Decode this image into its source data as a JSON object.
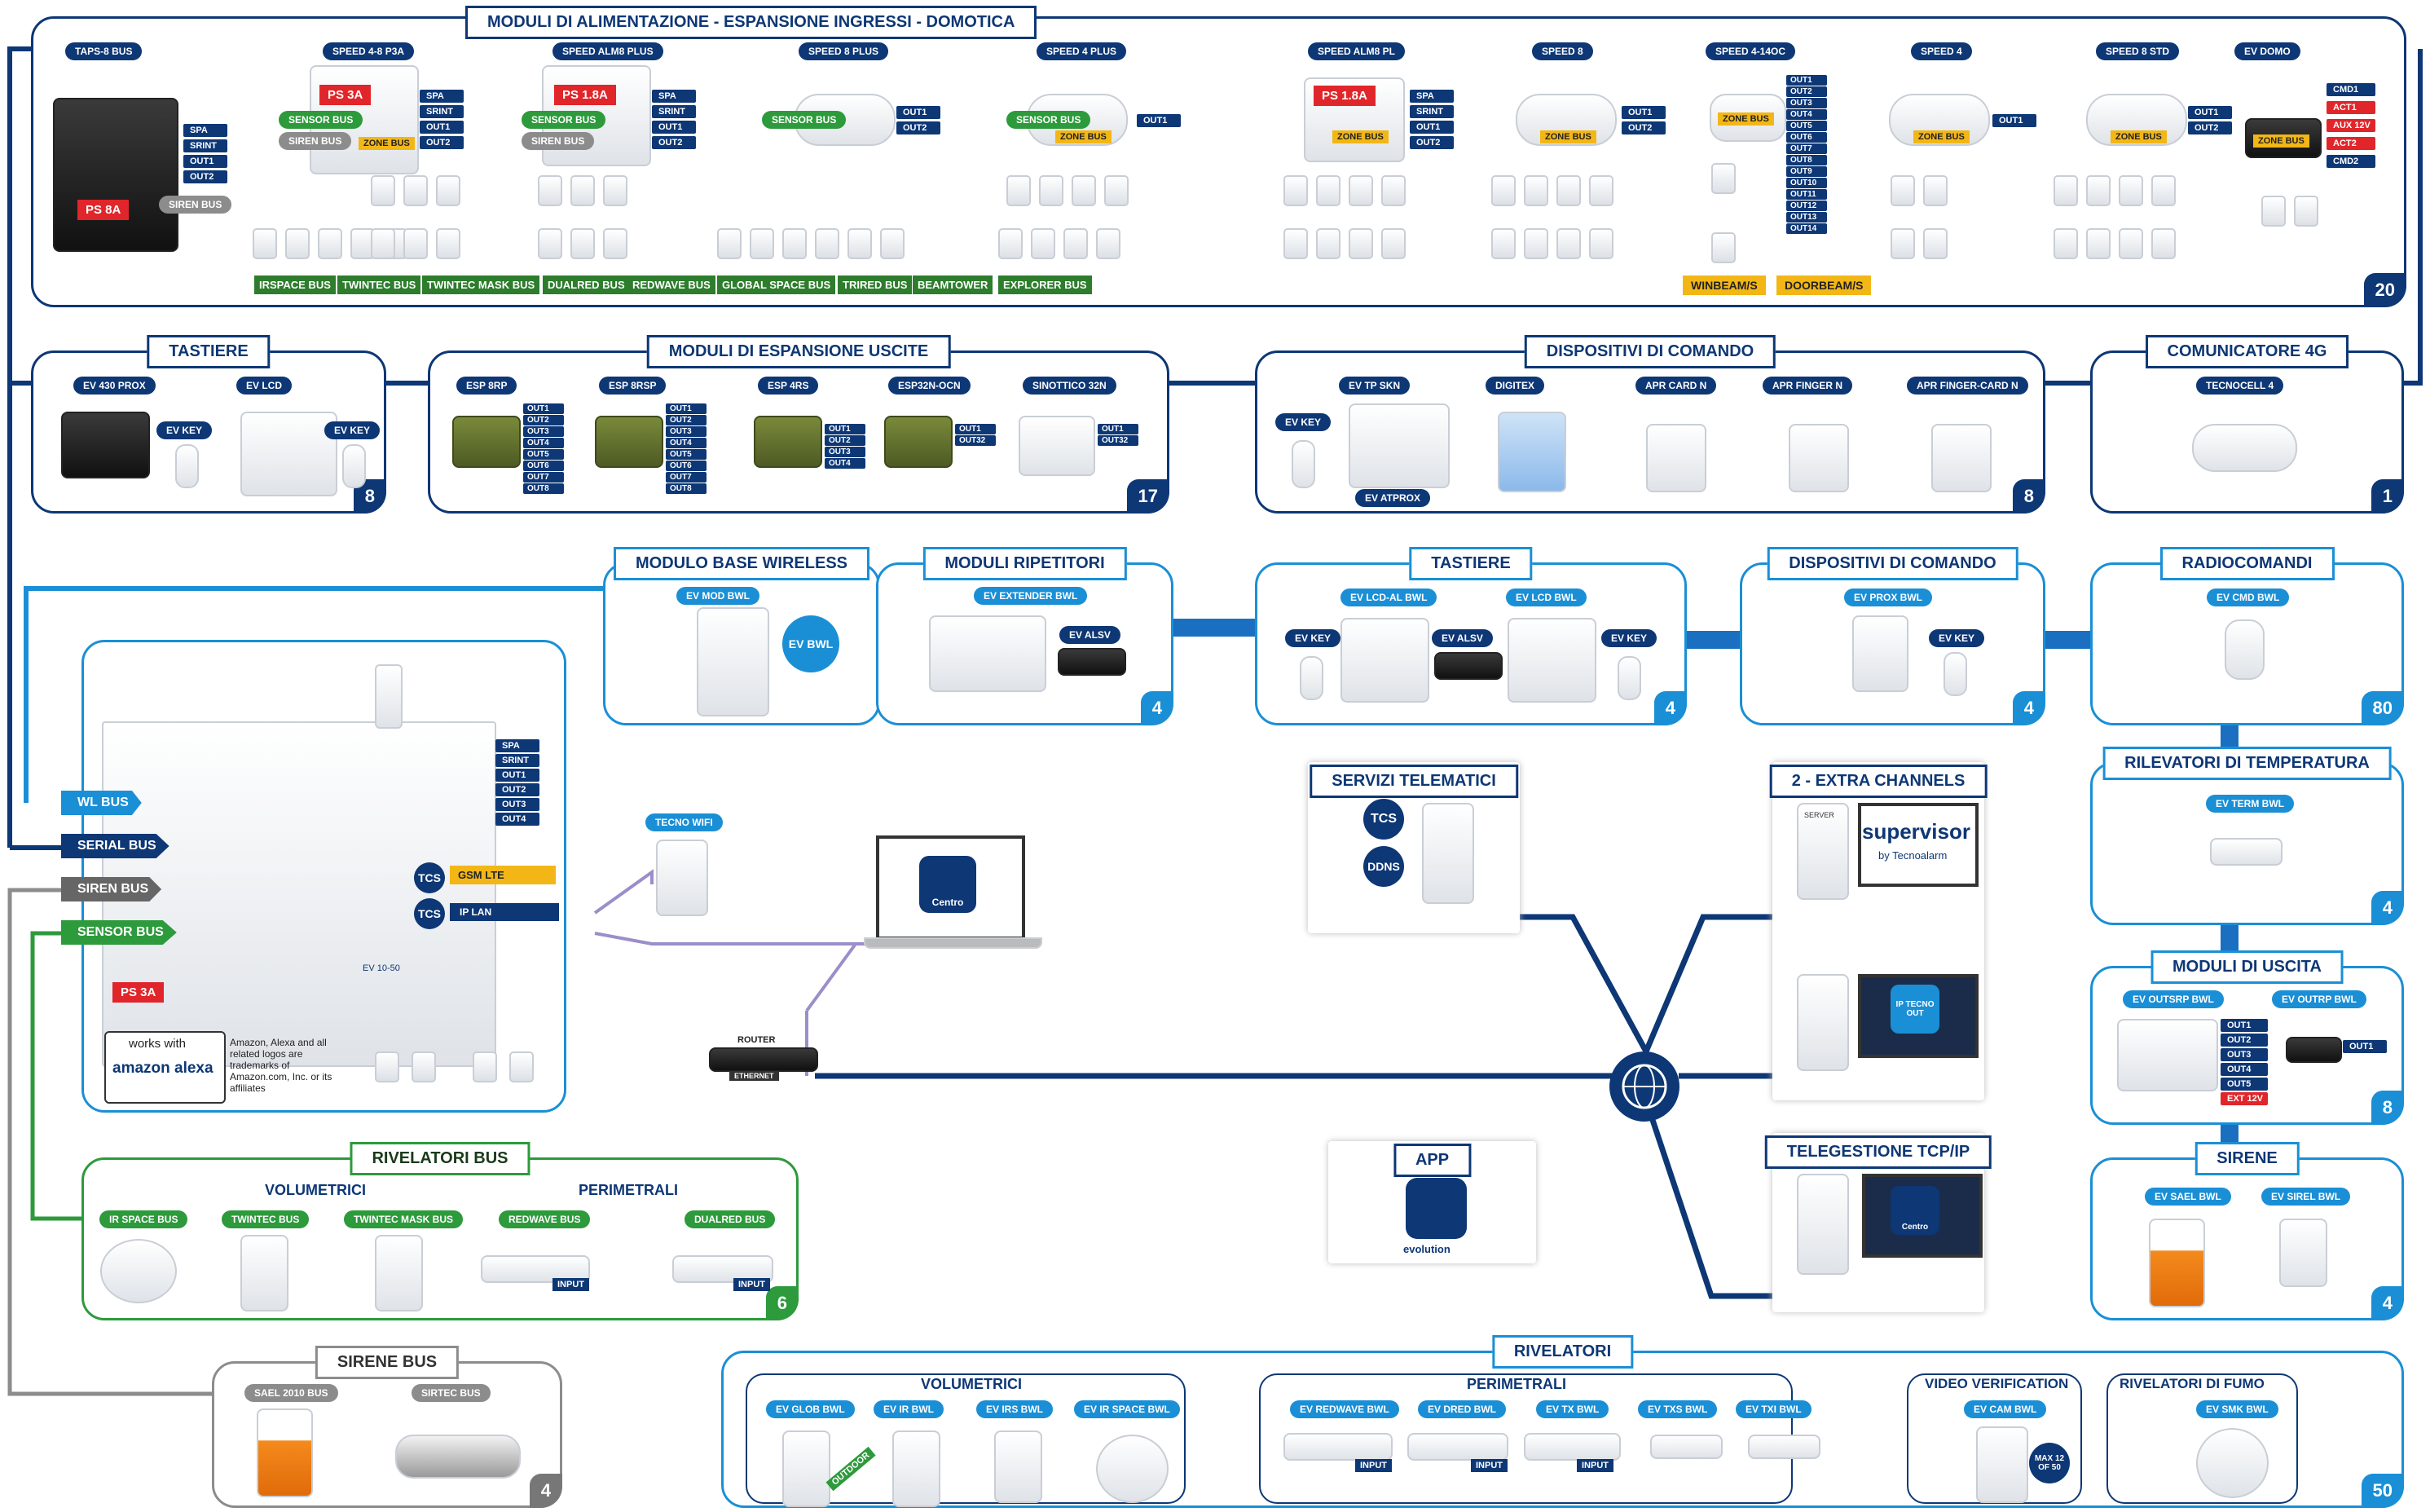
{
  "sections": {
    "power": {
      "title": "MODULI DI ALIMENTAZIONE - ESPANSIONE INGRESSI - DOMOTICA",
      "count": "20"
    },
    "keypads": {
      "title": "TASTIERE",
      "count": "8"
    },
    "outputs": {
      "title": "MODULI DI ESPANSIONE USCITE",
      "count": "17"
    },
    "commands": {
      "title": "DISPOSITIVI DI COMANDO",
      "count": "8"
    },
    "comm4g": {
      "title": "COMUNICATORE 4G",
      "count": "1"
    },
    "wl_base": {
      "title": "MODULO BASE WIRELESS"
    },
    "repeaters": {
      "title": "MODULI RIPETITORI",
      "count": "4"
    },
    "wl_keypads": {
      "title": "TASTIERE",
      "count": "4"
    },
    "wl_commands": {
      "title": "DISPOSITIVI DI COMANDO",
      "count": "4"
    },
    "radio": {
      "title": "RADIOCOMANDI",
      "count": "80"
    },
    "temp": {
      "title": "RILEVATORI DI TEMPERATURA",
      "count": "4"
    },
    "wl_outputs": {
      "title": "MODULI DI USCITA",
      "count": "8"
    },
    "sirens": {
      "title": "SIRENE",
      "count": "4"
    },
    "telematic": {
      "title": "SERVIZI TELEMATICI"
    },
    "extra": {
      "title": "2 - EXTRA CHANNELS"
    },
    "app": {
      "title": "APP"
    },
    "tcpip": {
      "title": "TELEGESTIONE TCP/IP"
    },
    "bus_det": {
      "title": "RIVELATORI BUS",
      "count": "6",
      "sub1": "VOLUMETRICI",
      "sub2": "PERIMETRALI"
    },
    "siren_bus": {
      "title": "SIRENE BUS",
      "count": "4"
    },
    "detectors": {
      "title": "RIVELATORI",
      "count": "50",
      "sub1": "VOLUMETRICI",
      "sub2": "PERIMETRALI",
      "sub3": "VIDEO VERIFICATION",
      "sub4": "RIVELATORI DI FUMO"
    }
  },
  "power_modules": [
    {
      "label": "TAPS-8 BUS",
      "ps": "PS 8A",
      "tags": [
        "SPA",
        "SRINT",
        "OUT1",
        "OUT2"
      ],
      "siren": "SIREN BUS"
    },
    {
      "label": "SPEED 4-8 P3A",
      "ps": "PS 3A",
      "sensor": "SENSOR BUS",
      "siren": "SIREN BUS",
      "tags": [
        "SPA",
        "SRINT",
        "OUT1",
        "OUT2"
      ],
      "zone": "ZONE BUS"
    },
    {
      "label": "SPEED ALM8 PLUS",
      "ps": "PS 1.8A",
      "sensor": "SENSOR BUS",
      "siren": "SIREN BUS",
      "tags": [
        "SPA",
        "SRINT",
        "OUT1",
        "OUT2"
      ]
    },
    {
      "label": "SPEED 8 PLUS",
      "sensor": "SENSOR BUS",
      "tags": [
        "OUT1",
        "OUT2"
      ]
    },
    {
      "label": "SPEED 4 PLUS",
      "sensor": "SENSOR BUS",
      "tags": [
        "OUT1"
      ],
      "zone": "ZONE BUS"
    },
    {
      "label": "SPEED ALM8 PL",
      "ps": "PS 1.8A",
      "tags": [
        "SPA",
        "SRINT",
        "OUT1",
        "OUT2"
      ],
      "zone": "ZONE BUS"
    },
    {
      "label": "SPEED 8",
      "tags": [
        "OUT1",
        "OUT2"
      ],
      "zone": "ZONE BUS"
    },
    {
      "label": "SPEED 4-14OC",
      "zone": "ZONE BUS",
      "tags": [
        "OUT1",
        "OUT2",
        "OUT3",
        "OUT4",
        "OUT5",
        "OUT6",
        "OUT7",
        "OUT8",
        "OUT9",
        "OUT10",
        "OUT11",
        "OUT12",
        "OUT13",
        "OUT14"
      ]
    },
    {
      "label": "SPEED 4",
      "tags": [
        "OUT1"
      ],
      "zone": "ZONE BUS"
    },
    {
      "label": "SPEED 8 STD",
      "tags": [
        "OUT1",
        "OUT2"
      ],
      "zone": "ZONE BUS"
    },
    {
      "label": "EV DOMO",
      "zone": "ZONE BUS",
      "tags": [
        "CMD1",
        "ACT1",
        "AUX 12V",
        "ACT2",
        "CMD2"
      ]
    }
  ],
  "power_bus_labels": [
    "IRSPACE BUS",
    "TWINTEC BUS",
    "TWINTEC MASK BUS",
    "DUALRED BUS",
    "REDWAVE BUS",
    "GLOBAL SPACE  BUS",
    "TRIRED BUS",
    "BEAMTOWER",
    "EXPLORER BUS"
  ],
  "power_yellow_labels": [
    "WINBEAM/S",
    "DOORBEAM/S"
  ],
  "keypads": [
    "EV 430 PROX",
    "EV LCD",
    "EV KEY",
    "EV KEY"
  ],
  "out_modules": [
    {
      "label": "ESP 8RP",
      "tags": [
        "OUT1",
        "OUT2",
        "OUT3",
        "OUT4",
        "OUT5",
        "OUT6",
        "OUT7",
        "OUT8"
      ]
    },
    {
      "label": "ESP 8RSP",
      "tags": [
        "OUT1",
        "OUT2",
        "OUT3",
        "OUT4",
        "OUT5",
        "OUT6",
        "OUT7",
        "OUT8"
      ]
    },
    {
      "label": "ESP 4RS",
      "tags": [
        "OUT1",
        "OUT2",
        "OUT3",
        "OUT4"
      ]
    },
    {
      "label": "ESP32N-OCN",
      "tags": [
        "OUT1",
        "OUT32"
      ]
    },
    {
      "label": "SINOTTICO 32N",
      "tags": [
        "OUT1",
        "OUT32"
      ]
    }
  ],
  "commands": [
    "EV TP SKN",
    "DIGITEX",
    "APR CARD N",
    "APR FINGER N",
    "APR FINGER-CARD N",
    "EV KEY",
    "EV ATPROX"
  ],
  "comm4g": "TECNOCELL 4",
  "wl": {
    "mod": "EV MOD BWL",
    "ext": "EV EXTENDER BWL",
    "alsv": "EV ALSV",
    "lcdal": "EV LCD-AL BWL",
    "lcd": "EV LCD BWL",
    "alsv2": "EV ALSV",
    "key1": "EV KEY",
    "key2": "EV KEY",
    "prox": "EV PROX BWL",
    "key3": "EV KEY",
    "cmd": "EV CMD BWL",
    "term": "EV TERM BWL",
    "outsrp": "EV OUTSRP BWL",
    "outrp": "EV OUTRP BWL",
    "outsrp_tags": [
      "OUT1",
      "OUT2",
      "OUT3",
      "OUT4",
      "OUT5",
      "EXT 12V"
    ],
    "outrp_tags": [
      "OUT1"
    ],
    "sael": "EV SAEL BWL",
    "sirel": "EV SIREL BWL",
    "ev_logo": "EV BWL"
  },
  "panel": {
    "bus_labels": [
      "WL BUS",
      "SERIAL BUS",
      "SIREN BUS",
      "SENSOR BUS"
    ],
    "tags": [
      "SPA",
      "SRINT",
      "OUT1",
      "OUT2",
      "OUT3",
      "OUT4"
    ],
    "gsm": "GSM LTE",
    "ip": "IP LAN",
    "tcs": "TCS",
    "ps": "PS 3A",
    "model": "EV 10-50",
    "works_with": "works with",
    "amazon": "amazon alexa",
    "disclaimer": "Amazon, Alexa and all related logos are trademarks of Amazon.com, Inc. or its affiliates"
  },
  "network": {
    "tecno_wifi": "TECNO WIFI",
    "router": "ROUTER",
    "ethernet": "ETHERNET",
    "centro": "Centro",
    "tcs": "TCS",
    "ddns": "DDNS",
    "supervisor": "supervisor",
    "tecnoalarm": "by Tecnoalarm",
    "server": "SERVER",
    "ip_tecno_out": "IP TECNO OUT",
    "evolution": "evolution"
  },
  "bus_detectors": [
    "IR SPACE BUS",
    "TWINTEC BUS",
    "TWINTEC MASK BUS",
    "REDWAVE BUS",
    "DUALRED BUS",
    "INPUT",
    "INPUT"
  ],
  "siren_bus": [
    "SAEL 2010 BUS",
    "SIRTEC BUS"
  ],
  "detectors": {
    "vol": [
      "EV GLOB BWL",
      "EV IR BWL",
      "EV IRS BWL",
      "EV IR SPACE BWL"
    ],
    "outdoor": "OUTDOOR",
    "per": [
      "EV REDWAVE BWL",
      "EV DRED BWL",
      "EV TX BWL",
      "EV TXS BWL",
      "EV TXI BWL"
    ],
    "input": "INPUT",
    "cam": "EV CAM BWL",
    "max": "MAX 12 OF 50",
    "smk": "EV SMK BWL"
  },
  "colors": {
    "navy": "#0d3775",
    "light_blue": "#1a8fd6",
    "green": "#2d9a3c",
    "gray": "#8c8c8c",
    "red": "#e0262a",
    "yellow": "#f2b616"
  }
}
